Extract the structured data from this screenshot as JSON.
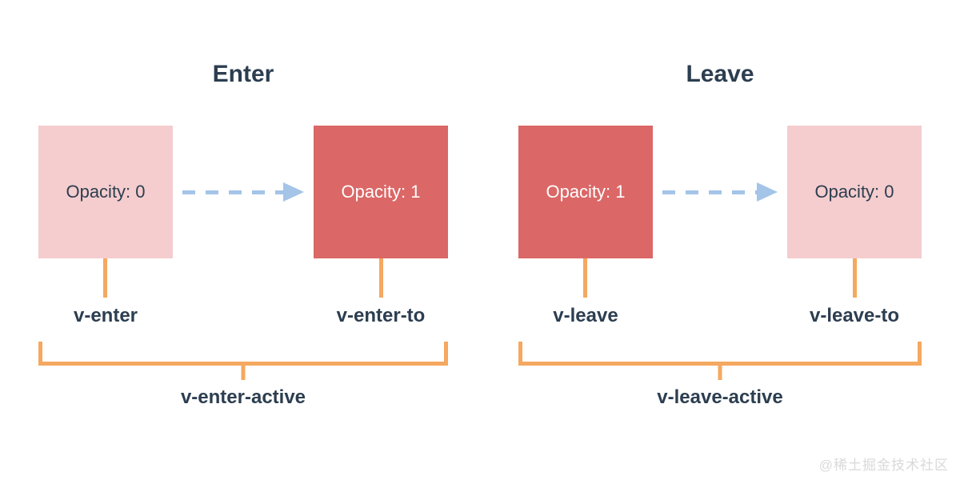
{
  "colors": {
    "bg": "#ffffff",
    "pink": "#f5cdce",
    "red": "#db6767",
    "orange": "#f5a85f",
    "blue": "#a4c4e8",
    "text_dark": "#2c3e50",
    "text_light": "#ffffff",
    "watermark_gray": "#d9d9d9"
  },
  "sections": [
    {
      "id": "enter",
      "title": "Enter",
      "start_box": {
        "text": "Opacity: 0",
        "variant": "pink"
      },
      "end_box": {
        "text": "Opacity: 1",
        "variant": "red"
      },
      "start_label": "v-enter",
      "end_label": "v-enter-to",
      "active_label": "v-enter-active",
      "arrow": "dashed-right"
    },
    {
      "id": "leave",
      "title": "Leave",
      "start_box": {
        "text": "Opacity: 1",
        "variant": "red"
      },
      "end_box": {
        "text": "Opacity: 0",
        "variant": "pink"
      },
      "start_label": "v-leave",
      "end_label": "v-leave-to",
      "active_label": "v-leave-active",
      "arrow": "dashed-right"
    }
  ],
  "watermark": {
    "text": "@稀土掘金技术社区"
  }
}
